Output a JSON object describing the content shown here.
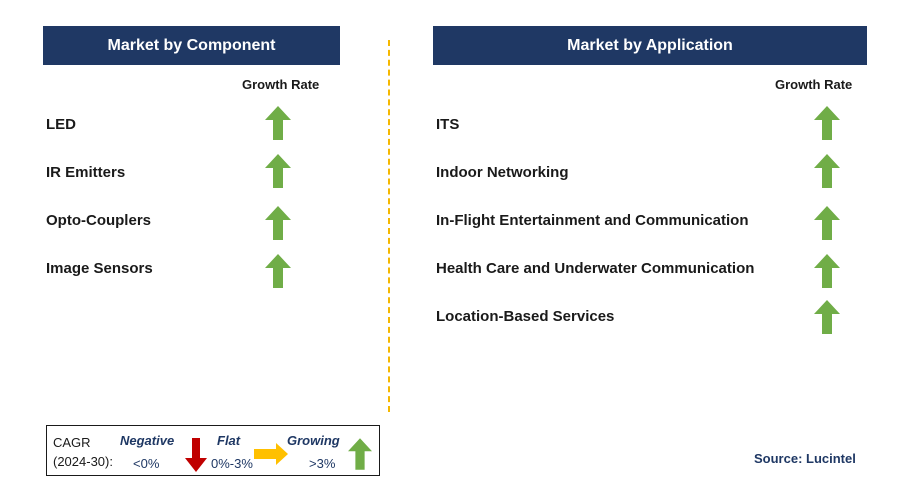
{
  "component": {
    "header": "Market by Component",
    "growth_label": "Growth Rate",
    "items": [
      {
        "label": "LED",
        "trend": "growing"
      },
      {
        "label": "IR Emitters",
        "trend": "growing"
      },
      {
        "label": "Opto-Couplers",
        "trend": "growing"
      },
      {
        "label": "Image Sensors",
        "trend": "growing"
      }
    ]
  },
  "application": {
    "header": "Market by Application",
    "growth_label": "Growth Rate",
    "items": [
      {
        "label": "ITS",
        "trend": "growing"
      },
      {
        "label": "Indoor Networking",
        "trend": "growing"
      },
      {
        "label": "In-Flight Entertainment and Communication",
        "trend": "growing"
      },
      {
        "label": "Health Care and Underwater Communication",
        "trend": "growing"
      },
      {
        "label": "Location-Based Services",
        "trend": "growing"
      }
    ]
  },
  "legend": {
    "cagr_label": "CAGR",
    "period_label": "(2024-30):",
    "negative": {
      "label": "Negative",
      "range": "<0%",
      "icon": "red-down-arrow-icon"
    },
    "flat": {
      "label": "Flat",
      "range": "0%-3%",
      "icon": "orange-right-arrow-icon"
    },
    "growing": {
      "label": "Growing",
      "range": ">3%",
      "icon": "green-up-arrow-icon"
    }
  },
  "source": "Source: Lucintel",
  "colors": {
    "header_bg": "#1f3864",
    "growing_arrow": "#70ad47",
    "negative_arrow": "#c00000",
    "flat_arrow": "#ffc000",
    "divider": "#f5b800"
  }
}
